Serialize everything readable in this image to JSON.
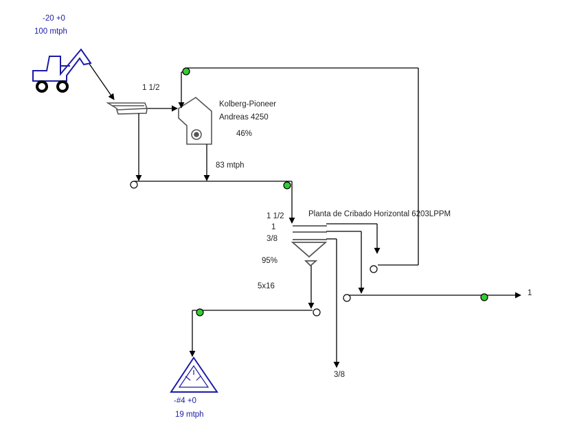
{
  "colors": {
    "line": "#000000",
    "equipment": "#555555",
    "feed_blue": "#1a1aa8",
    "node_green": "#33cc33"
  },
  "feed": {
    "gradation": "-20 +0",
    "rate": "100 mtph",
    "icon": "front-loader-icon"
  },
  "grizzly": {
    "size_label": "1 1/2",
    "icon": "grizzly-feeder-icon"
  },
  "crusher": {
    "name": "Kolberg-Pioneer",
    "model": "Andreas 4250",
    "percent": "46%",
    "output_rate": "83 mtph",
    "icon": "impact-crusher-icon"
  },
  "screen_plant": {
    "name": "Planta de Cribado Horizontal 6203LPPM",
    "decks": [
      "1 1/2",
      "1",
      "3/8"
    ],
    "efficiency": "95%",
    "hopper_label": "5x16",
    "icon": "horizontal-screen-icon"
  },
  "products": {
    "one_inch": "1",
    "three_eighths": "3/8",
    "fines_gradation": "-#4 +0",
    "fines_rate": "19 mtph",
    "fines_icon": "stockpile-icon"
  }
}
